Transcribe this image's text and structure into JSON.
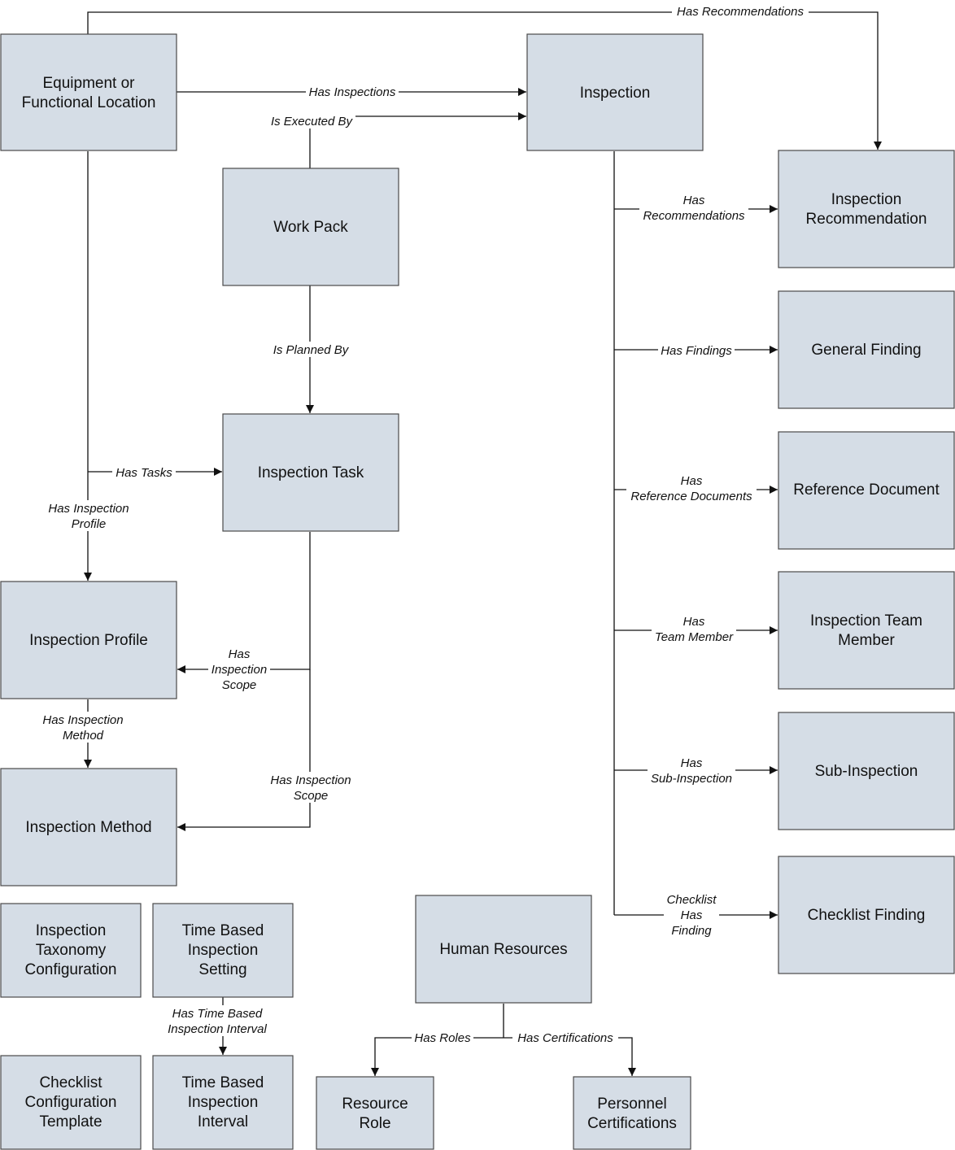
{
  "nodes": {
    "equipment": [
      "Equipment or",
      "Functional Location"
    ],
    "inspection": [
      "Inspection"
    ],
    "work_pack": [
      "Work Pack"
    ],
    "inspection_task": [
      "Inspection Task"
    ],
    "inspection_profile": [
      "Inspection Profile"
    ],
    "inspection_method": [
      "Inspection Method"
    ],
    "inspection_recommendation": [
      "Inspection",
      "Recommendation"
    ],
    "general_finding": [
      "General Finding"
    ],
    "reference_document": [
      "Reference Document"
    ],
    "inspection_team_member": [
      "Inspection Team",
      "Member"
    ],
    "sub_inspection": [
      "Sub-Inspection"
    ],
    "checklist_finding": [
      "Checklist Finding"
    ],
    "taxonomy_config": [
      "Inspection",
      "Taxonomy",
      "Configuration"
    ],
    "tbi_setting": [
      "Time Based",
      "Inspection",
      "Setting"
    ],
    "checklist_template": [
      "Checklist",
      "Configuration",
      "Template"
    ],
    "tbi_interval": [
      "Time Based",
      "Inspection",
      "Interval"
    ],
    "human_resources": [
      "Human Resources"
    ],
    "resource_role": [
      "Resource",
      "Role"
    ],
    "personnel_certifications": [
      "Personnel",
      "Certifications"
    ]
  },
  "edges": {
    "equip_recommendations": [
      "Has Recommendations"
    ],
    "equip_inspections": [
      "Has Inspections"
    ],
    "workpack_executed": [
      "Is Executed By"
    ],
    "workpack_planned": [
      "Is Planned By"
    ],
    "equip_tasks": [
      "Has Tasks"
    ],
    "equip_profile": [
      "Has Inspection",
      "Profile"
    ],
    "task_profile_scope": [
      "Has",
      "Inspection",
      "Scope"
    ],
    "task_method_scope": [
      "Has Inspection",
      "Scope"
    ],
    "profile_method": [
      "Has Inspection",
      "Method"
    ],
    "insp_recommendations": [
      "Has",
      "Recommendations"
    ],
    "insp_findings": [
      "Has Findings"
    ],
    "insp_refdocs": [
      "Has",
      "Reference Documents"
    ],
    "insp_team": [
      "Has",
      "Team Member"
    ],
    "insp_sub": [
      "Has",
      "Sub-Inspection"
    ],
    "insp_checklist": [
      "Checklist",
      "Has",
      "Finding"
    ],
    "tbi_interval_rel": [
      "Has Time Based",
      "Inspection Interval"
    ],
    "hr_roles": [
      "Has Roles"
    ],
    "hr_certs": [
      "Has Certifications"
    ]
  }
}
